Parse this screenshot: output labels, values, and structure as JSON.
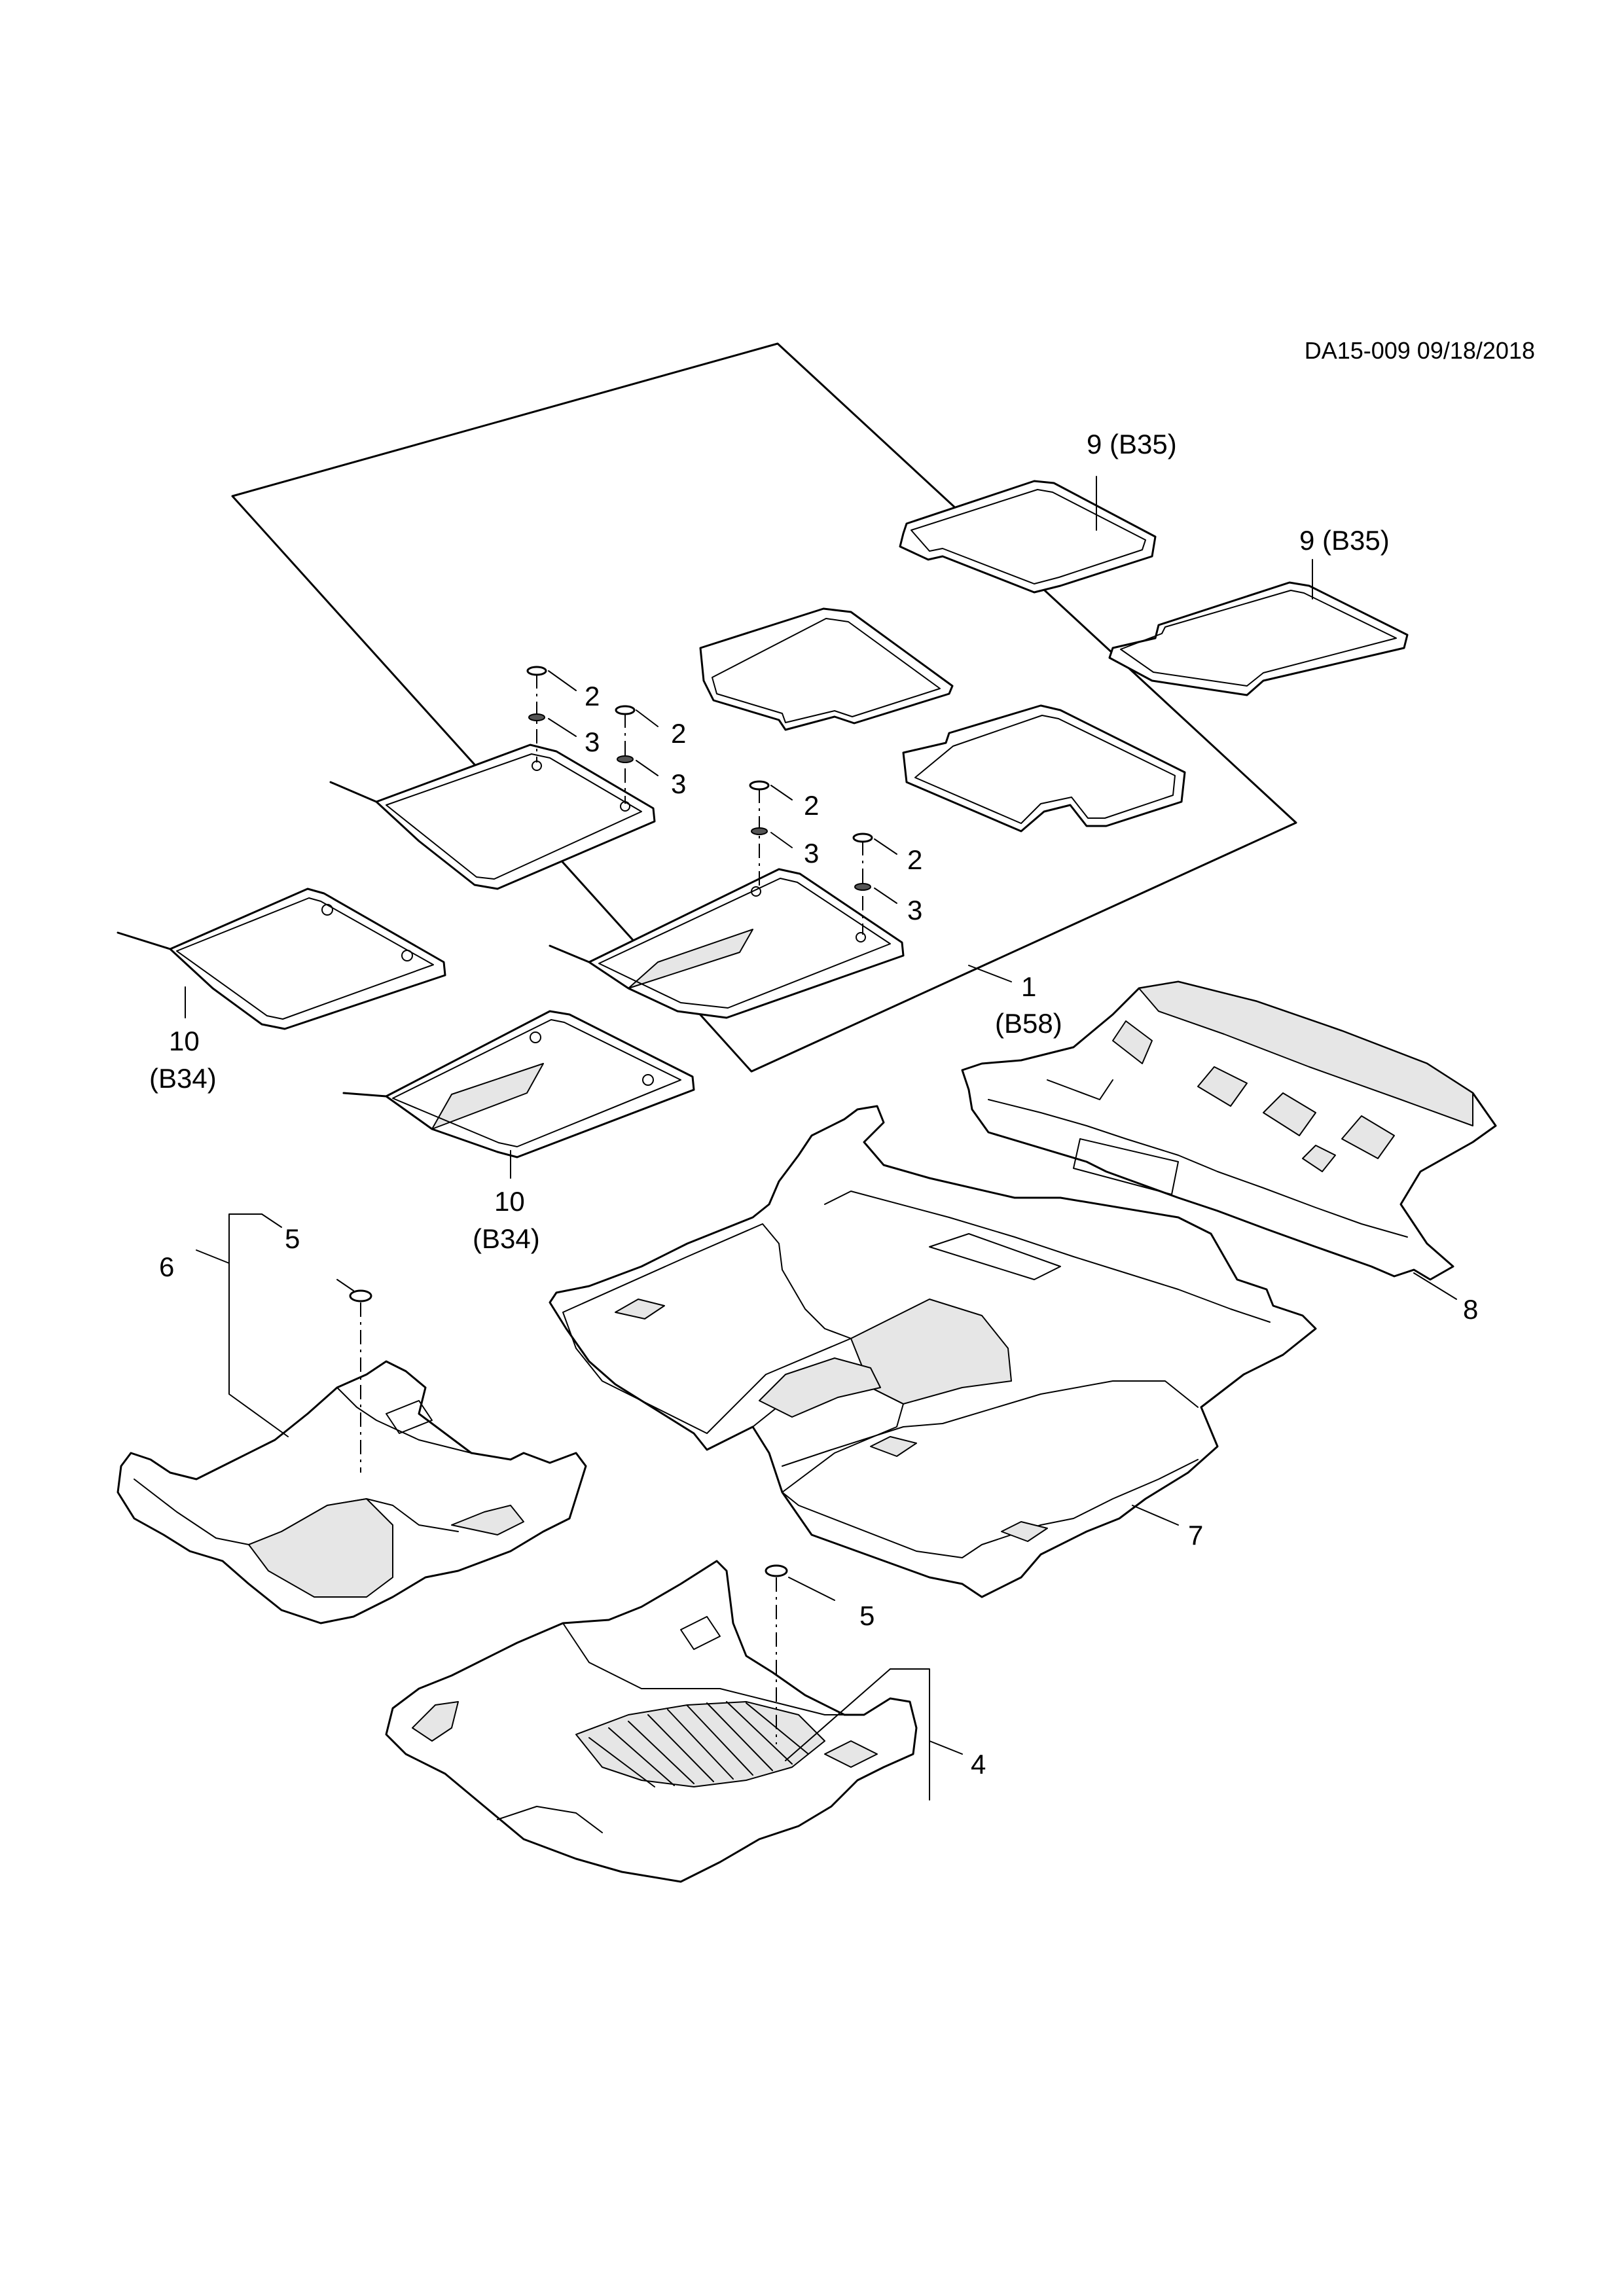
{
  "header": {
    "drawing_id": "DA15-009 09/18/2018"
  },
  "callouts": {
    "c1": {
      "num": "1",
      "code": "(B58)"
    },
    "c2a": "2",
    "c2b": "2",
    "c2c": "2",
    "c2d": "2",
    "c3a": "3",
    "c3b": "3",
    "c3c": "3",
    "c3d": "3",
    "c4": "4",
    "c5a": "5",
    "c5b": "5",
    "c6": "6",
    "c7": "7",
    "c8": "8",
    "c9a": "9 (B35)",
    "c9b": "9 (B35)",
    "c10a": {
      "num": "10",
      "code": "(B34)"
    },
    "c10b": {
      "num": "10",
      "code": "(B34)"
    }
  }
}
